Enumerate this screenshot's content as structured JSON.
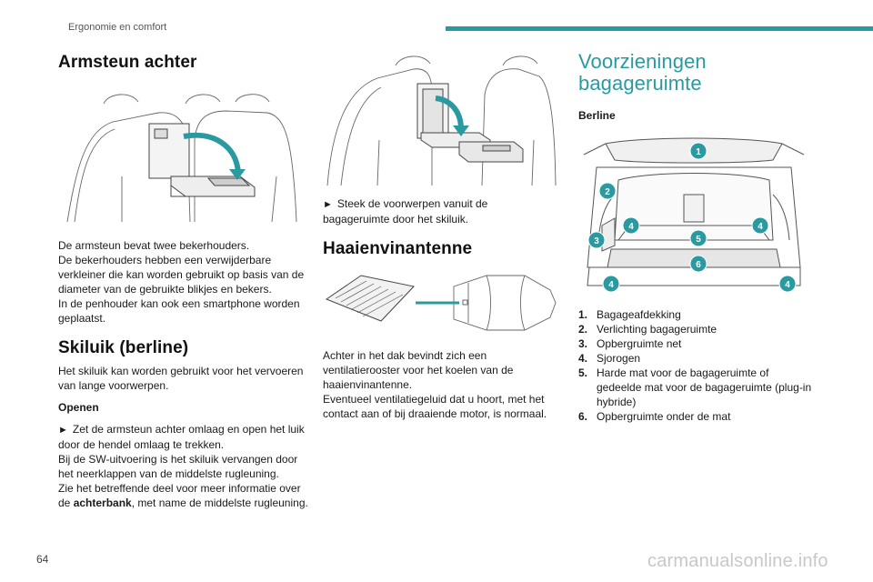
{
  "header": {
    "section": "Ergonomie en comfort"
  },
  "col1": {
    "title": "Armsteun achter",
    "p1": "De armsteun bevat twee bekerhouders.",
    "p2": "De bekerhouders hebben een verwijderbare verkleiner die kan worden gebruikt op basis van de diameter van de gebruikte blikjes en bekers.",
    "p3": "In de penhouder kan ook een smartphone worden geplaatst.",
    "ski_title": "Skiluik (berline)",
    "ski_p1": "Het skiluik kan worden gebruikt voor het vervoeren van lange voorwerpen.",
    "open_title": "Openen",
    "arrow_glyph": "►",
    "open_p1": "Zet de armsteun achter omlaag en open het luik door de hendel omlaag te trekken.",
    "open_p2": "Bij de SW-uitvoering is het skiluik vervangen door het neerklappen van de middelste rugleuning.",
    "open_p3a": "Zie het betreffende deel voor meer informatie over de ",
    "open_p3b": "achterbank",
    "open_p3c": ", met name de middelste rugleuning."
  },
  "col2": {
    "arrow_glyph": "►",
    "step": "Steek de voorwerpen vanuit de bagageruimte door het skiluik.",
    "antenna_title": "Haaienvinantenne",
    "antenna_p1": "Achter in het dak bevindt zich een ventilatierooster voor het koelen van de haaienvinantenne.",
    "antenna_p2": "Eventueel ventilatiegeluid dat u hoort, met het contact aan of bij draaiende motor, is normaal."
  },
  "col3": {
    "title": "Voorzieningen bagageruimte",
    "subtitle": "Berline",
    "callouts": [
      "1",
      "2",
      "3",
      "4",
      "4",
      "5",
      "6",
      "4"
    ],
    "legend": [
      {
        "n": "1.",
        "text": "Bagageafdekking"
      },
      {
        "n": "2.",
        "text": "Verlichting bagageruimte"
      },
      {
        "n": "3.",
        "text": "Opbergruimte net"
      },
      {
        "n": "4.",
        "text": "Sjorogen"
      },
      {
        "n": "5.",
        "text": "Harde mat voor de bagageruimte of gedeelde mat voor de bagageruimte (plug-in hybride)"
      },
      {
        "n": "6.",
        "text": "Opbergruimte onder de mat"
      }
    ]
  },
  "footer": {
    "page": "64",
    "watermark": "carmanualsonline.info"
  },
  "colors": {
    "accent": "#2a9aa0",
    "callout": "#2a9aa0"
  }
}
